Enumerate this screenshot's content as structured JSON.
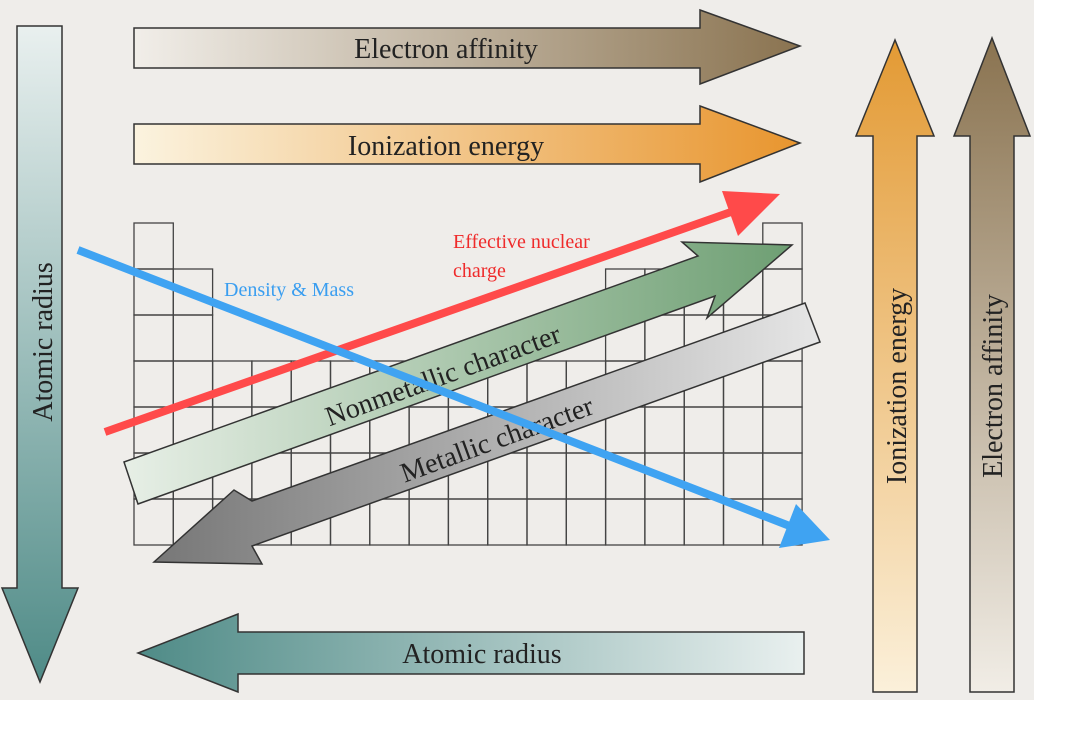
{
  "labels": {
    "electron_affinity_top": "Electron affinity",
    "ionization_energy_top": "Ionization energy",
    "atomic_radius_left": "Atomic radius",
    "atomic_radius_bottom": "Atomic radius",
    "ionization_energy_right": "Ionization energy",
    "electron_affinity_right": "Electron affinity",
    "nonmetallic_character": "Nonmetallic character",
    "metallic_character": "Metallic character",
    "effective_nuclear_charge_line1": "Effective nuclear",
    "effective_nuclear_charge_line2": "charge",
    "density_mass": "Density & Mass"
  },
  "colors": {
    "background": "#efedea",
    "electron_affinity": "#8a7350",
    "ionization_energy": "#e8a23a",
    "atomic_radius": "#4f8b87",
    "nonmetallic": "#6e9f73",
    "metallic": "#8c8c8c",
    "effective_nuclear_charge": "#ff4a4a",
    "density_mass": "#3fa3f2"
  }
}
